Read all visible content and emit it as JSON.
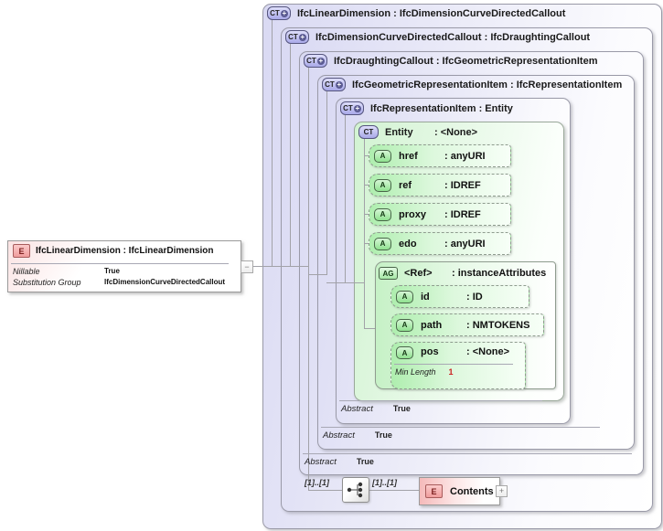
{
  "element": {
    "icon": "E",
    "title": "IfcLinearDimension : IfcLinearDimension",
    "nillable_label": "Nillable",
    "nillable_value": "True",
    "substitution_label": "Substitution Group",
    "substitution_value": "IfcDimensionCurveDirectedCallout"
  },
  "icons": {
    "expand_plus": "+",
    "collapse_minus": "−",
    "ct_plus": "+"
  },
  "containers": [
    {
      "icon": "CT",
      "title": "IfcLinearDimension : IfcDimensionCurveDirectedCallout"
    },
    {
      "icon": "CT",
      "title": "IfcDimensionCurveDirectedCallout : IfcDraughtingCallout"
    },
    {
      "icon": "CT",
      "title": "IfcDraughtingCallout : IfcGeometricRepresentationItem",
      "abstract_label": "Abstract",
      "abstract_value": "True"
    },
    {
      "icon": "CT",
      "title": "IfcGeometricRepresentationItem : IfcRepresentationItem",
      "abstract_label": "Abstract",
      "abstract_value": "True"
    },
    {
      "icon": "CT",
      "title": "IfcRepresentationItem : Entity",
      "abstract_label": "Abstract",
      "abstract_value": "True"
    }
  ],
  "entity": {
    "icon": "CT",
    "name": "Entity",
    "type": ": <None>",
    "attributes": [
      {
        "icon": "A",
        "name": "href",
        "type": ": anyURI"
      },
      {
        "icon": "A",
        "name": "ref",
        "type": ": IDREF"
      },
      {
        "icon": "A",
        "name": "proxy",
        "type": ": IDREF"
      },
      {
        "icon": "A",
        "name": "edo",
        "type": ": anyURI"
      }
    ],
    "attribute_group": {
      "icon": "AG",
      "name": "<Ref>",
      "type": ": instanceAttributes",
      "attributes": [
        {
          "icon": "A",
          "name": "id",
          "type": ": ID"
        },
        {
          "icon": "A",
          "name": "path",
          "type": ": NMTOKENS"
        },
        {
          "icon": "A",
          "name": "pos",
          "type": ": <None>",
          "facet_label": "Min Length",
          "facet_value": "1"
        }
      ]
    }
  },
  "sequence": {
    "cardinality_left": "[1]..[1]",
    "cardinality_right": "[1]..[1]",
    "element_icon": "E",
    "element_name": "Contents"
  },
  "colors": {
    "complex_type_fill": "#d9d9f3",
    "attribute_fill": "#aeeeae",
    "element_fill": "#f5baba",
    "facet_value_color": "#cc2222"
  }
}
